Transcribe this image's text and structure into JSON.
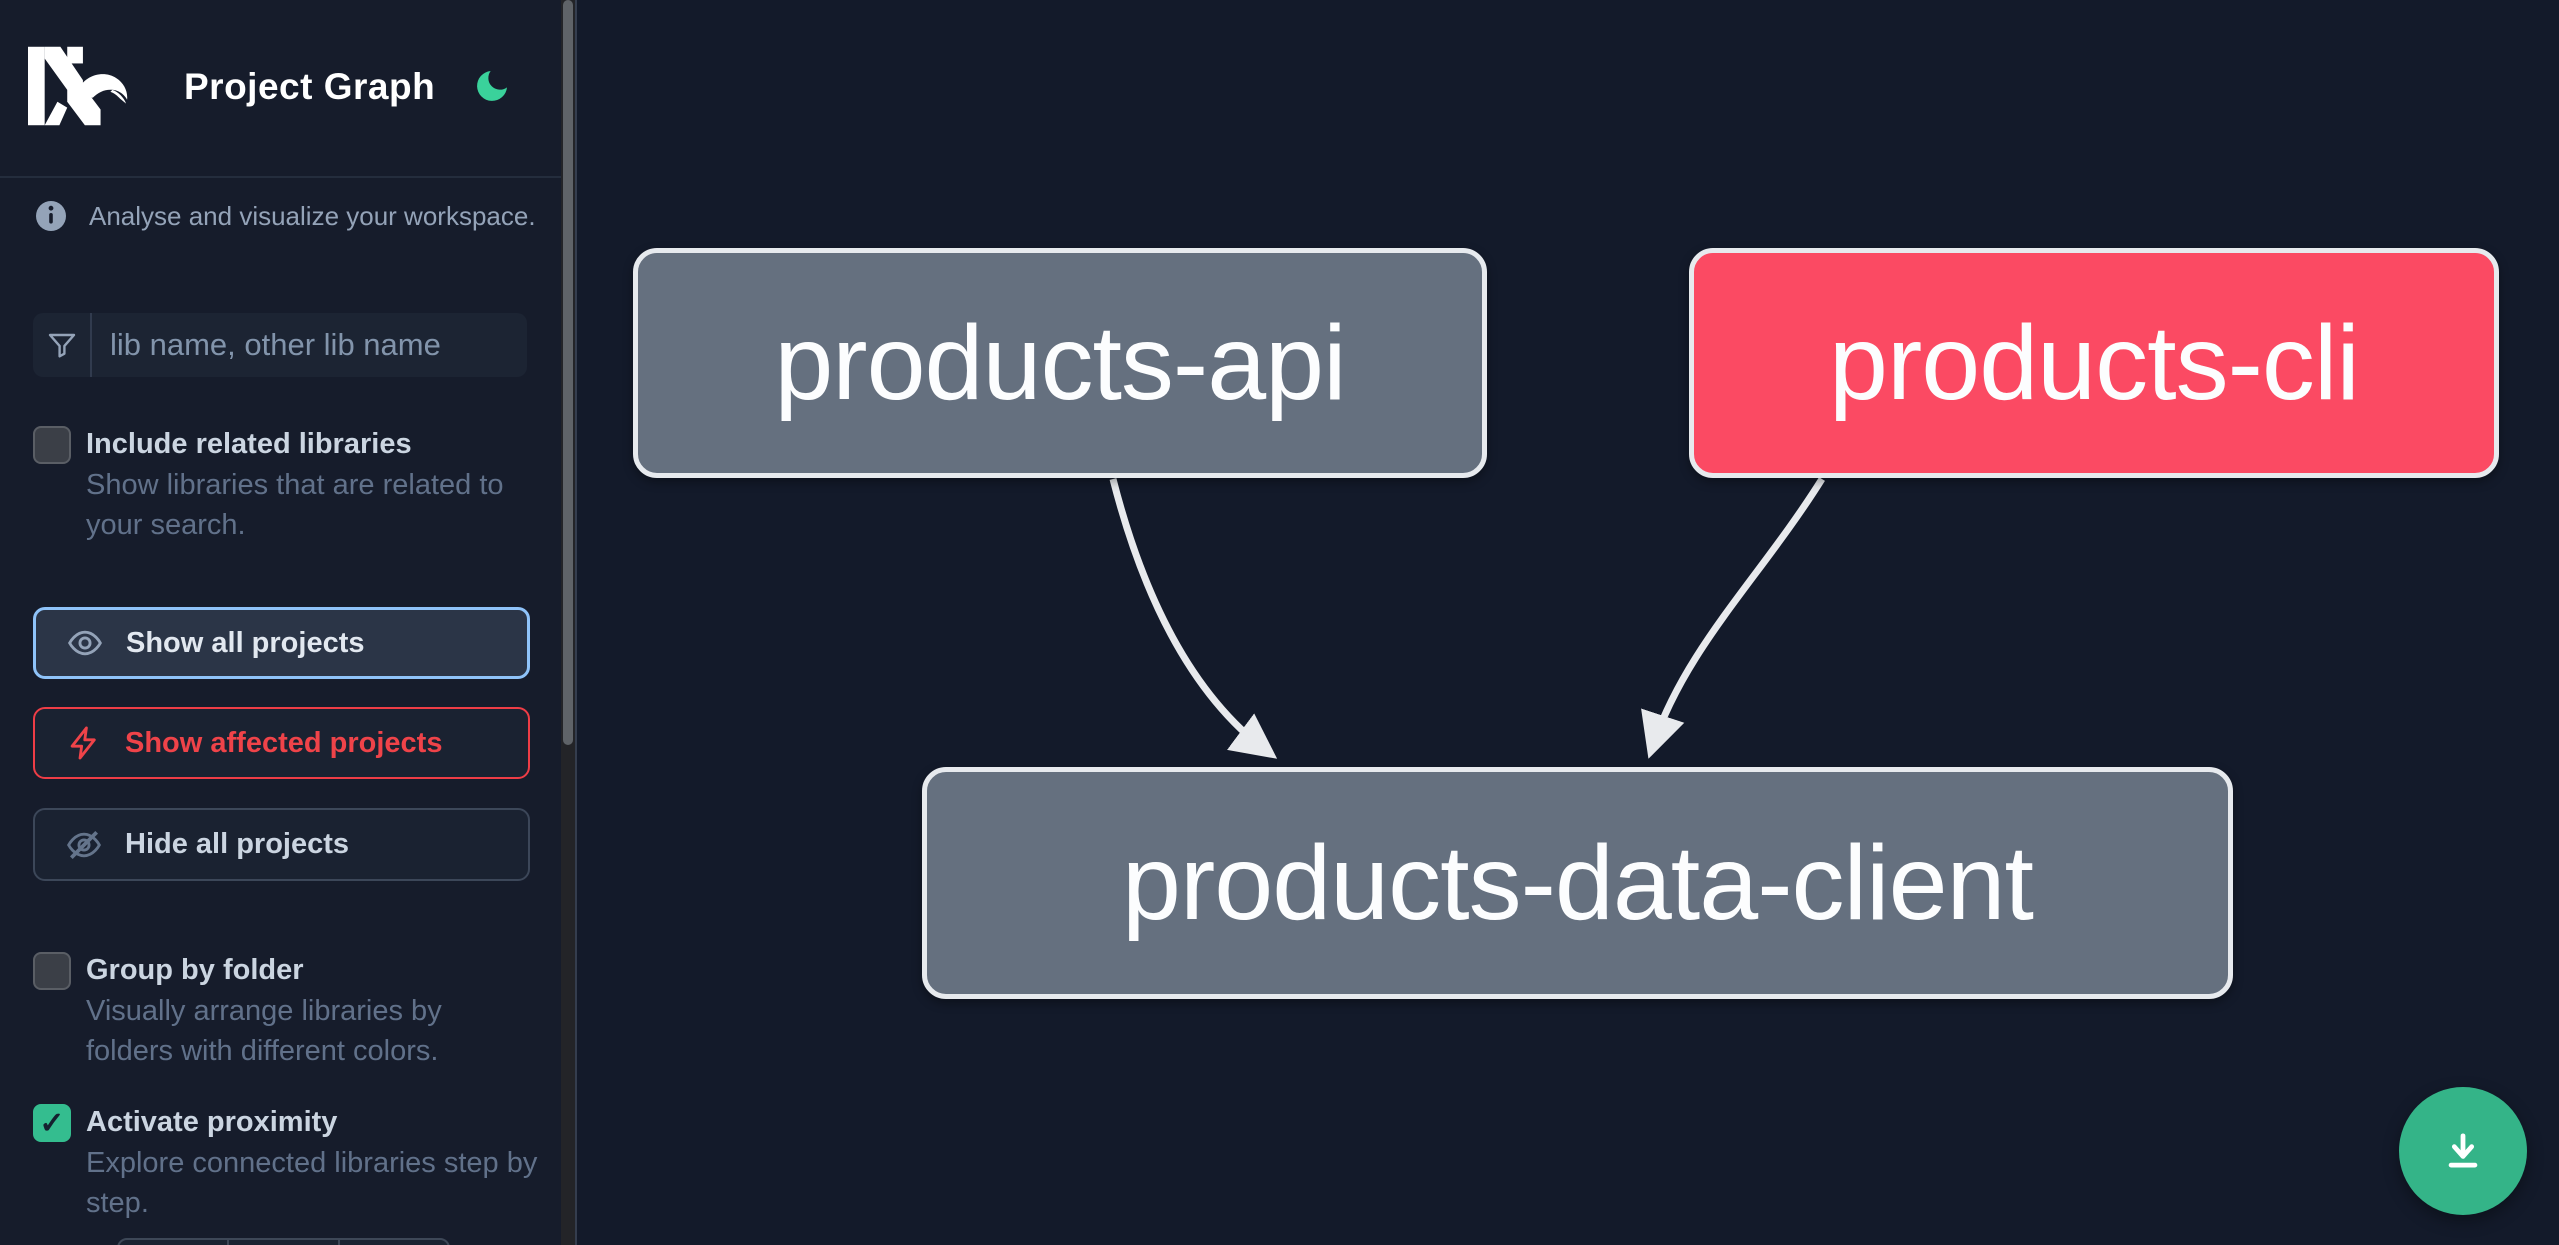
{
  "header": {
    "title": "Project Graph",
    "logo_name": "Nx",
    "theme_icon": "moon-icon"
  },
  "sidebar": {
    "tagline": "Analyse and visualize your workspace.",
    "search": {
      "placeholder": "lib name, other lib name",
      "value": "",
      "icon": "funnel-icon"
    },
    "checkboxes": [
      {
        "label": "Include related libraries",
        "description": "Show libraries that are related to your search.",
        "checked": false
      },
      {
        "label": "Group by folder",
        "description": "Visually arrange libraries by folders with different colors.",
        "checked": false
      },
      {
        "label": "Activate proximity",
        "description": "Explore connected libraries step by step.",
        "checked": true,
        "checkmark": "✓"
      }
    ],
    "buttons": [
      {
        "label": "Show all projects",
        "icon": "eye-icon",
        "state": "focused"
      },
      {
        "label": "Show affected projects",
        "icon": "bolt-icon",
        "state": "affected"
      },
      {
        "label": "Hide all projects",
        "icon": "eye-off-icon",
        "state": "default"
      }
    ]
  },
  "main": {
    "graph": {
      "nodes": [
        {
          "id": "products-api",
          "label": "products-api",
          "status": "normal"
        },
        {
          "id": "products-cli",
          "label": "products-cli",
          "status": "affected"
        },
        {
          "id": "products-data-client",
          "label": "products-data-client",
          "status": "normal"
        }
      ],
      "edges": [
        {
          "from": "products-api",
          "to": "products-data-client"
        },
        {
          "from": "products-cli",
          "to": "products-data-client"
        }
      ]
    },
    "fab": {
      "icon": "download-icon"
    }
  },
  "colors": {
    "sidebar_bg": "#161c2b",
    "main_bg": "#131a2a",
    "accent_green": "#34b488",
    "moon_green": "#3ad29b",
    "checkbox_green": "#34bd8f",
    "affected_red": "#ef4349",
    "node_affected_pink": "#fb4a63",
    "node_gray": "#65707f",
    "node_border": "#e7eaee",
    "focus_blue_border": "#8fc3f9",
    "edge_white": "#e8eaed"
  }
}
